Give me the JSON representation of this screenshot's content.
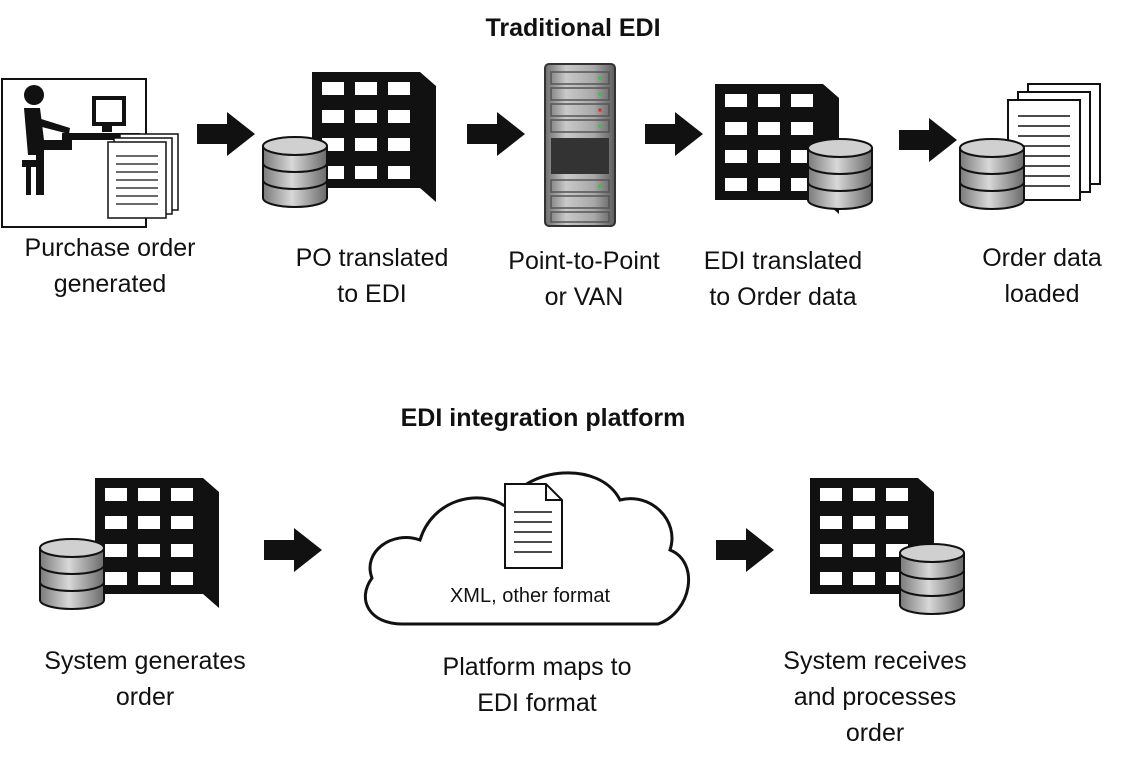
{
  "traditional": {
    "title": "Traditional EDI",
    "steps": [
      {
        "id": "purchase-order",
        "label": "Purchase order\ngenerated",
        "icon": "person-at-computer-icon"
      },
      {
        "id": "po-translated",
        "label": "PO translated\nto EDI",
        "icon": "building-database-icon"
      },
      {
        "id": "point-to-point",
        "label": "Point-to-Point\nor VAN",
        "icon": "server-rack-icon"
      },
      {
        "id": "edi-translated",
        "label": "EDI translated\nto Order data",
        "icon": "building-database-icon"
      },
      {
        "id": "order-loaded",
        "label": "Order data\nloaded",
        "icon": "documents-database-icon"
      }
    ]
  },
  "platform": {
    "title": "EDI integration platform",
    "steps": [
      {
        "id": "system-generates",
        "label": "System generates\norder",
        "icon": "building-database-icon"
      },
      {
        "id": "platform-maps",
        "label": "Platform maps to\nEDI format",
        "icon": "cloud-document-icon",
        "inner_label": "XML, other format"
      },
      {
        "id": "system-receives",
        "label": "System receives\nand processes\norder",
        "icon": "building-database-icon"
      }
    ]
  },
  "colors": {
    "ink": "#111111",
    "disk": "#b8b8b8",
    "rack": "#9a9a9a"
  }
}
